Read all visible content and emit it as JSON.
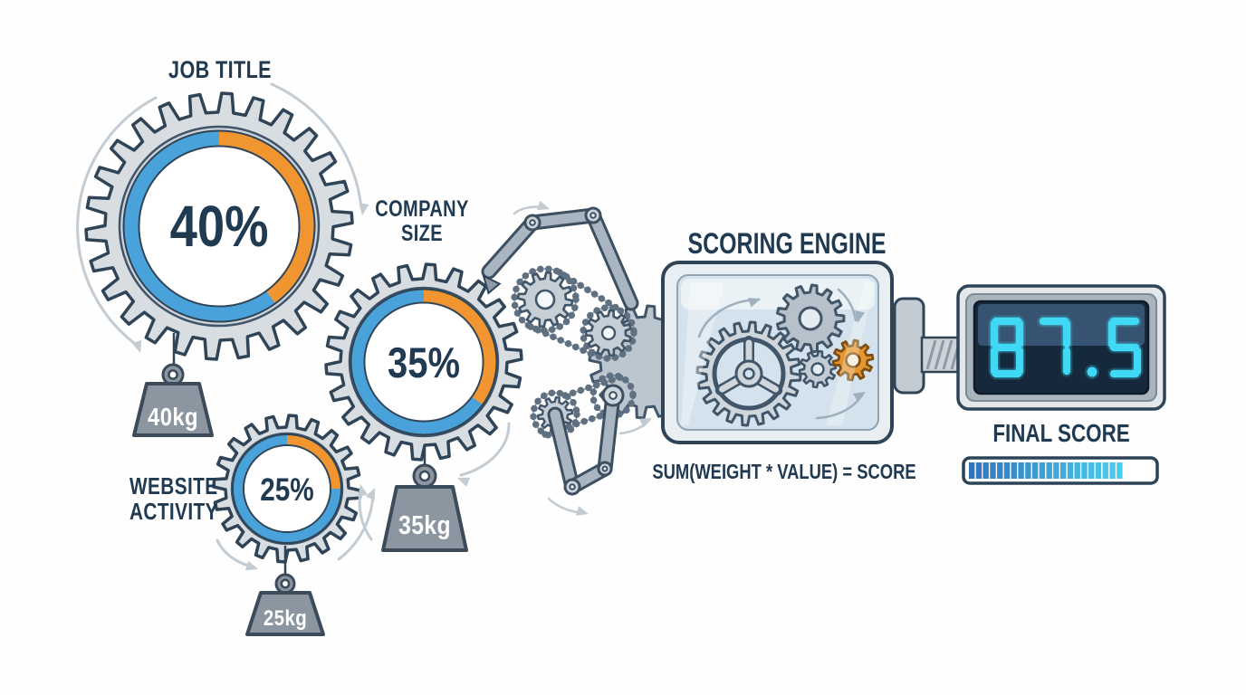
{
  "factors": [
    {
      "name": "job-title",
      "label": "JOB TITLE",
      "percent_text": "40%",
      "percent": 40,
      "weight_label": "40kg"
    },
    {
      "name": "company-size",
      "label": "COMPANY SIZE",
      "label_lines": [
        "COMPANY",
        "SIZE"
      ],
      "percent_text": "35%",
      "percent": 35,
      "weight_label": "35kg"
    },
    {
      "name": "website-activity",
      "label": "WEBSITE ACTIVITY",
      "label_lines": [
        "WEBSITE",
        "ACTIVITY"
      ],
      "percent_text": "25%",
      "percent": 25,
      "weight_label": "25kg"
    }
  ],
  "engine": {
    "title": "SCORING ENGINE",
    "formula": "SUM(WEIGHT * VALUE) = SCORE"
  },
  "final": {
    "score": "87.5",
    "label": "FINAL SCORE",
    "progress_percent": 85
  },
  "colors": {
    "ring_blue": "#4aa2da",
    "ring_orange": "#f0952f",
    "outline_navy": "#2f4456",
    "text_navy": "#203a52",
    "gear_gray": "#d8dde2",
    "weight_gray": "#8b96a0",
    "digit_cyan": "#3fd9f6",
    "screen_navy": "#16293c",
    "progress_start": "#3374bd",
    "progress_end": "#48cdee",
    "engine_gear_orange": "#e6962f",
    "arrow_gray": "#c3cbd3"
  }
}
